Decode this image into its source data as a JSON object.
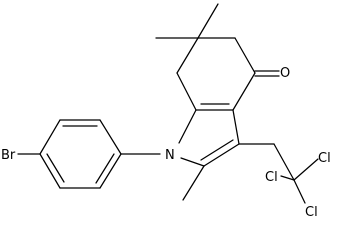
{
  "molecule": {
    "labels": {
      "br": "Br",
      "n": "N",
      "o": "O",
      "cl1": "Cl",
      "cl2": "Cl",
      "cl3": "Cl"
    },
    "colors": {
      "ink": "#000000",
      "background": "#ffffff"
    }
  }
}
